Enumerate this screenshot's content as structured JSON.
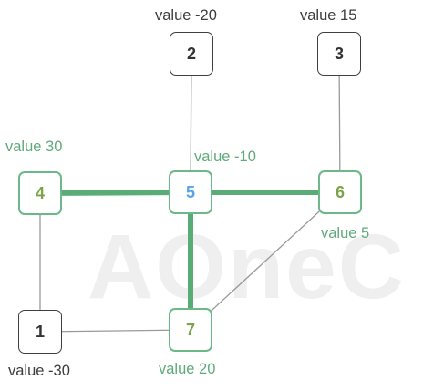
{
  "watermark": "AOneC",
  "colors": {
    "highlight_edge": "#5aac77",
    "plain_edge": "#9a9a9a",
    "green_border": "#6cb889",
    "green_text": "#7da34a",
    "center_text": "#5aa3e8",
    "label_green": "#5faa7b"
  },
  "nodes": [
    {
      "id": "1",
      "value_label": "value -30",
      "style": "plain"
    },
    {
      "id": "2",
      "value_label": "value -20",
      "style": "plain"
    },
    {
      "id": "3",
      "value_label": "value 15",
      "style": "plain"
    },
    {
      "id": "4",
      "value_label": "value 30",
      "style": "green"
    },
    {
      "id": "5",
      "value_label": "value -10",
      "style": "center"
    },
    {
      "id": "6",
      "value_label": "value 5",
      "style": "green"
    },
    {
      "id": "7",
      "value_label": "value 20",
      "style": "green"
    }
  ],
  "edges": [
    {
      "from": "4",
      "to": "5",
      "highlighted": true
    },
    {
      "from": "5",
      "to": "6",
      "highlighted": true
    },
    {
      "from": "5",
      "to": "7",
      "highlighted": true
    },
    {
      "from": "2",
      "to": "5",
      "highlighted": false
    },
    {
      "from": "3",
      "to": "6",
      "highlighted": false
    },
    {
      "from": "4",
      "to": "1",
      "highlighted": false
    },
    {
      "from": "1",
      "to": "7",
      "highlighted": false
    },
    {
      "from": "6",
      "to": "7",
      "highlighted": false
    }
  ]
}
